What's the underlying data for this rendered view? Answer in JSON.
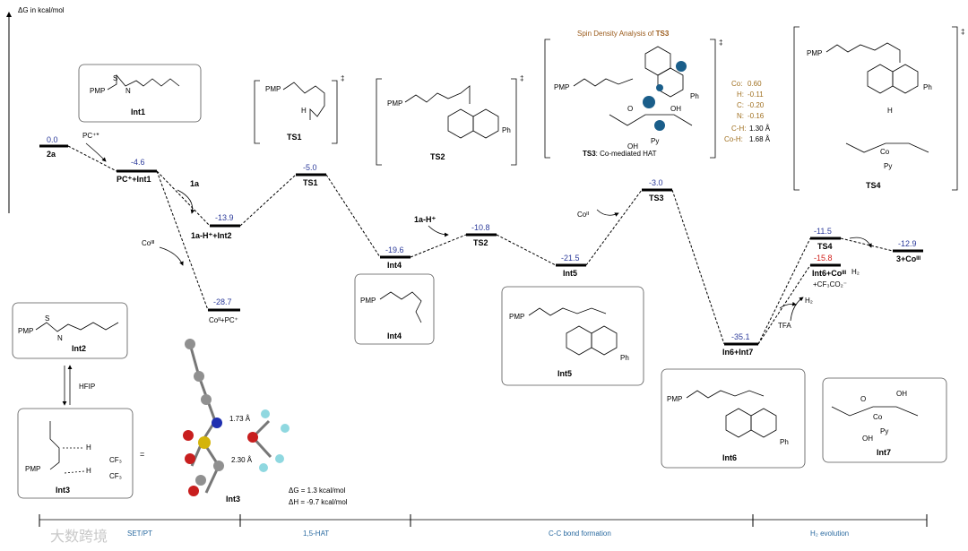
{
  "y_axis_label": "ΔG in kcal/mol",
  "colors": {
    "energy_value": "#2b3a9a",
    "energy_value_red": "#d0201b",
    "stage_label": "#2a6aa0",
    "spin_title": "#9a5a1a",
    "spin_labels": "#a07020",
    "cobalt_atom": "#1a5e8a"
  },
  "levels": [
    {
      "id": "2a",
      "value": "0.0",
      "label": "2a"
    },
    {
      "id": "int1",
      "value": "-4.6",
      "label": "PC⁺+Int1"
    },
    {
      "id": "int2",
      "value": "-13.9",
      "label": "1a-H⁺+Int2"
    },
    {
      "id": "coII",
      "value": "-28.7",
      "label": "Coᴵᴵ+PC⁺"
    },
    {
      "id": "ts1",
      "value": "-5.0",
      "label": "TS1"
    },
    {
      "id": "int4",
      "value": "-19.6",
      "label": "Int4"
    },
    {
      "id": "ts2",
      "value": "-10.8",
      "label": "TS2"
    },
    {
      "id": "int5",
      "value": "-21.5",
      "label": "Int5"
    },
    {
      "id": "ts3",
      "value": "-3.0",
      "label": "TS3"
    },
    {
      "id": "int67",
      "value": "-35.1",
      "label": "In6+Int7"
    },
    {
      "id": "ts4",
      "value": "-11.5",
      "label": "TS4"
    },
    {
      "id": "int6co",
      "value": "-15.8",
      "label": "Int6+Coᴵᴵᴵ",
      "label2": "+CF₃CO₂⁻"
    },
    {
      "id": "prod",
      "value": "-12.9",
      "label": "3+Coᴵᴵᴵ"
    }
  ],
  "arrow_labels": {
    "pc": "PC⁺*",
    "a1": "1a",
    "coIII": "Coᴵᴵᴵ",
    "a1h": "1a-H⁺",
    "coII": "Coᴵᴵ",
    "h2a": "H₂",
    "h2b": "H₂",
    "tfa": "TFA",
    "hfip": "HFIP"
  },
  "structures": {
    "int1": "Int1",
    "ts1": "TS1",
    "ts2": "TS2",
    "ts3": "TS3",
    "ts3_caption": ": Co-mediated HAT",
    "ts4": "TS4",
    "int2": "Int2",
    "int3": "Int3",
    "int3_3d": "Int3",
    "int4": "Int4",
    "int5": "Int5",
    "int6": "Int6",
    "int7": "Int7",
    "pmp": "PMP",
    "dagger": "‡"
  },
  "spin_density": {
    "title": "Spin Density Analysis of ",
    "title_bold": "TS3",
    "entries": [
      {
        "label": "Co:",
        "value": "0.60"
      },
      {
        "label": "H:",
        "value": "-0.11"
      },
      {
        "label": "C:",
        "value": "-0.20"
      },
      {
        "label": "N:",
        "value": "-0.16"
      },
      {
        "label": "C-H:",
        "value": "1.30 Å"
      },
      {
        "label": "Co-H:",
        "value": "1.68 Å"
      }
    ]
  },
  "int3_distances": {
    "d1": "1.73 Å",
    "d2": "2.30 Å"
  },
  "int3_energies": {
    "dG": "ΔG = 1.3 kcal/mol",
    "dH": "ΔH = -9.7 kcal/mol"
  },
  "stages": [
    {
      "label": "SET/PT"
    },
    {
      "label": "1,5-HAT"
    },
    {
      "label": "C-C bond formation"
    },
    {
      "label": "H₂ evolution"
    }
  ],
  "watermark": "大数跨境"
}
